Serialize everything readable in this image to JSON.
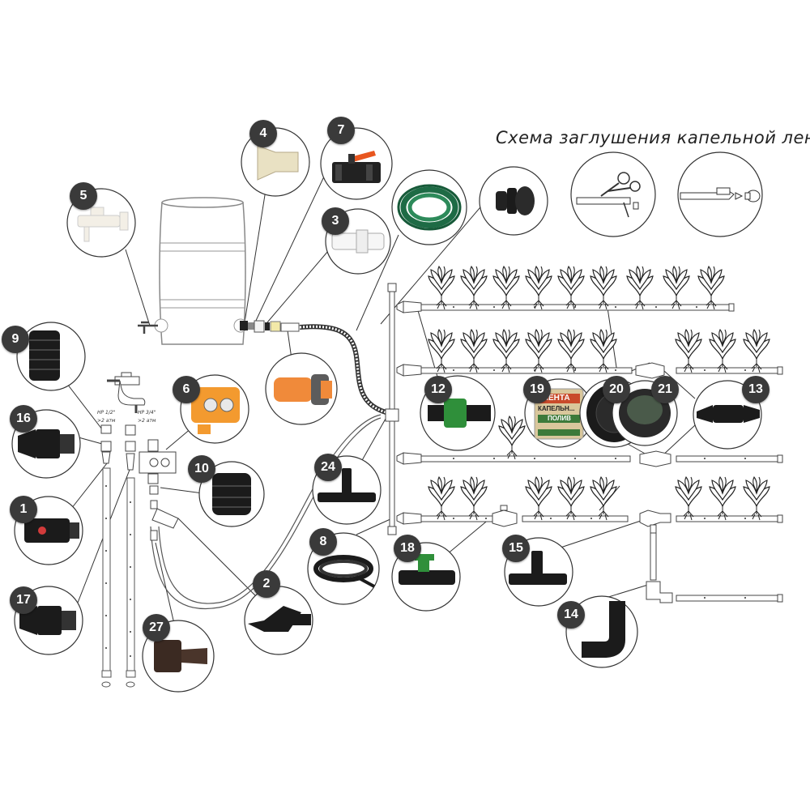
{
  "title": "Схема заглушения капельной ленты",
  "callouts": [
    "1",
    "2",
    "3",
    "4",
    "5",
    "6",
    "7",
    "8",
    "9",
    "10",
    "12",
    "13",
    "14",
    "15",
    "16",
    "17",
    "18",
    "19",
    "20",
    "21",
    "24",
    "27"
  ],
  "tap_labels": {
    "left_thread": "НР 1/2\"",
    "left_pressure": ">2 атм",
    "right_thread": "НР 3/4\"",
    "right_pressure": ">2 атм"
  },
  "product_19_text": [
    "ЛЕНТА",
    "КАПЕЛЬН...",
    "ПОЛИВ"
  ],
  "colors": {
    "badge": "#3a3a3a",
    "line": "#333333",
    "fitting_orange": "#f08a3a",
    "hose_green": "#1e6b45",
    "part_black": "#1b1b1b",
    "green_nut": "#2f8f3a"
  }
}
